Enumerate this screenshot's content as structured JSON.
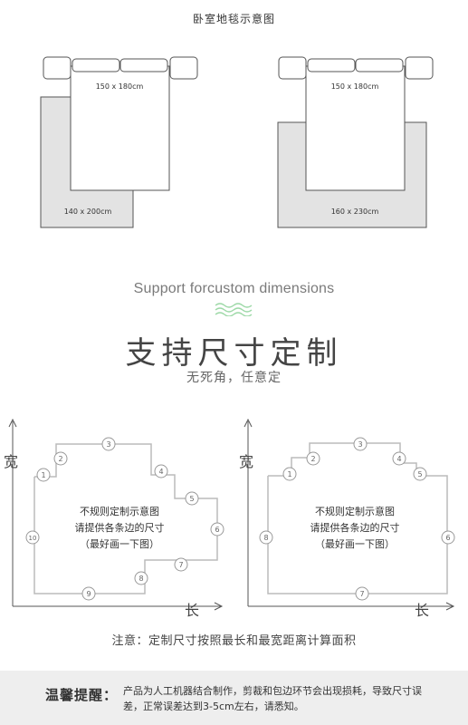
{
  "header": {
    "title": "卧室地毯示意图"
  },
  "diagrams": {
    "left": {
      "bed_label": "150 x 180cm",
      "rug_label": "140 x 200cm"
    },
    "right": {
      "bed_label": "150 x 180cm",
      "rug_label": "160 x 230cm"
    }
  },
  "support_text": "Support forcustom dimensions",
  "main_title": "支持尺寸定制",
  "subtitle": "无死角，任意定",
  "shape_diagrams": {
    "y_label": "宽",
    "x_label": "长",
    "left": {
      "text_lines": [
        "不规则定制示意图",
        "请提供各条边的尺寸",
        "（最好画一下图）"
      ],
      "markers": [
        "1",
        "2",
        "3",
        "4",
        "5",
        "6",
        "7",
        "8",
        "9",
        "10"
      ]
    },
    "right": {
      "text_lines": [
        "不规则定制示意图",
        "请提供各条边的尺寸",
        "（最好画一下图）"
      ],
      "markers": [
        "1",
        "2",
        "3",
        "4",
        "5",
        "6",
        "7",
        "8"
      ]
    }
  },
  "note": "注意：定制尺寸按照最长和最宽距离计算面积",
  "reminder": {
    "label": "温馨提醒：",
    "text": "产品为人工机器结合制作，剪裁和包边环节会出现损耗，导致尺寸误差，正常误差达到3-5cm左右，请悉知。"
  },
  "colors": {
    "rug_gray": "#e3e3e3",
    "outline": "#555555",
    "wave_green": "#9ed9a8",
    "shape_stroke": "#bbbbbb"
  }
}
